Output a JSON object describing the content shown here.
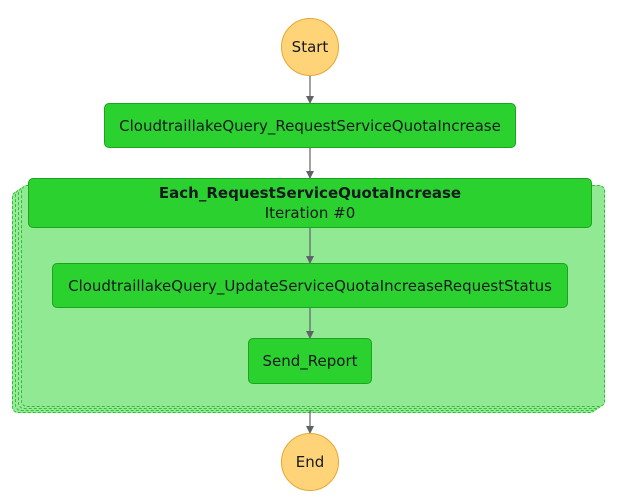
{
  "diagram": {
    "start": {
      "label": "Start"
    },
    "end": {
      "label": "End"
    },
    "states": {
      "query_request": {
        "label": "CloudtraillakeQuery_RequestServiceQuotaIncrease"
      },
      "map": {
        "label": "Each_RequestServiceQuotaIncrease",
        "iteration": "Iteration #0"
      },
      "query_update": {
        "label": "CloudtraillakeQuery_UpdateServiceQuotaIncreaseRequestStatus"
      },
      "send_report": {
        "label": "Send_Report"
      }
    },
    "edges": [
      [
        "start",
        "query_request"
      ],
      [
        "query_request",
        "map"
      ],
      [
        "map",
        "query_update"
      ],
      [
        "query_update",
        "send_report"
      ],
      [
        "map",
        "end"
      ]
    ],
    "colors": {
      "task_fill": "#2bd12f",
      "map_fill": "#92e993",
      "terminal_fill": "#ffd479",
      "edge": "#5f6368"
    }
  }
}
